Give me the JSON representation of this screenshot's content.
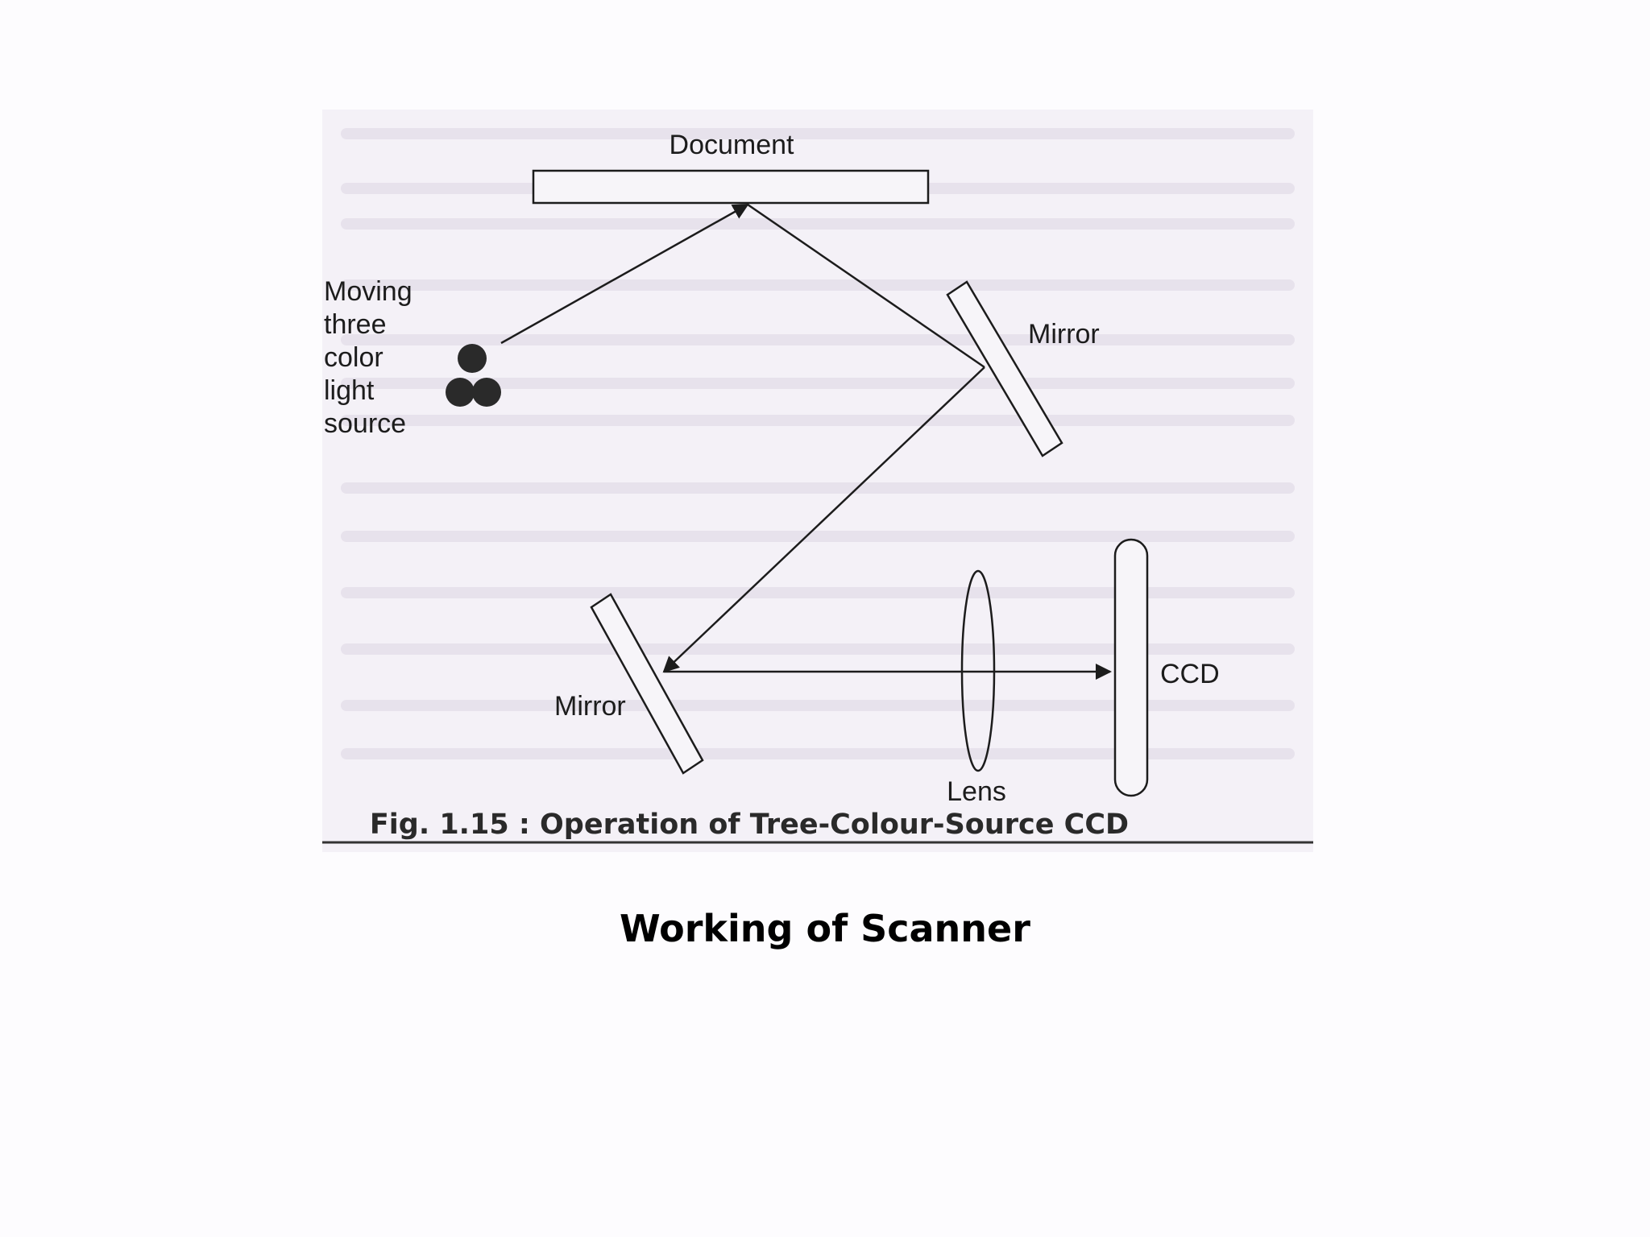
{
  "diagram": {
    "labels": {
      "document": "Document",
      "light_source_lines": [
        "Moving",
        "three",
        "color",
        "light",
        "source"
      ],
      "mirror_top": "Mirror",
      "mirror_bottom": "Mirror",
      "lens": "Lens",
      "ccd": "CCD"
    },
    "caption": "Fig. 1.15 : Operation of Tree-Colour-Source CCD"
  },
  "slide_title": "Working of Scanner",
  "colors": {
    "background": "#fdfcfe",
    "figure_background": "#f4f1f7",
    "ink": "#1c1c1c"
  }
}
